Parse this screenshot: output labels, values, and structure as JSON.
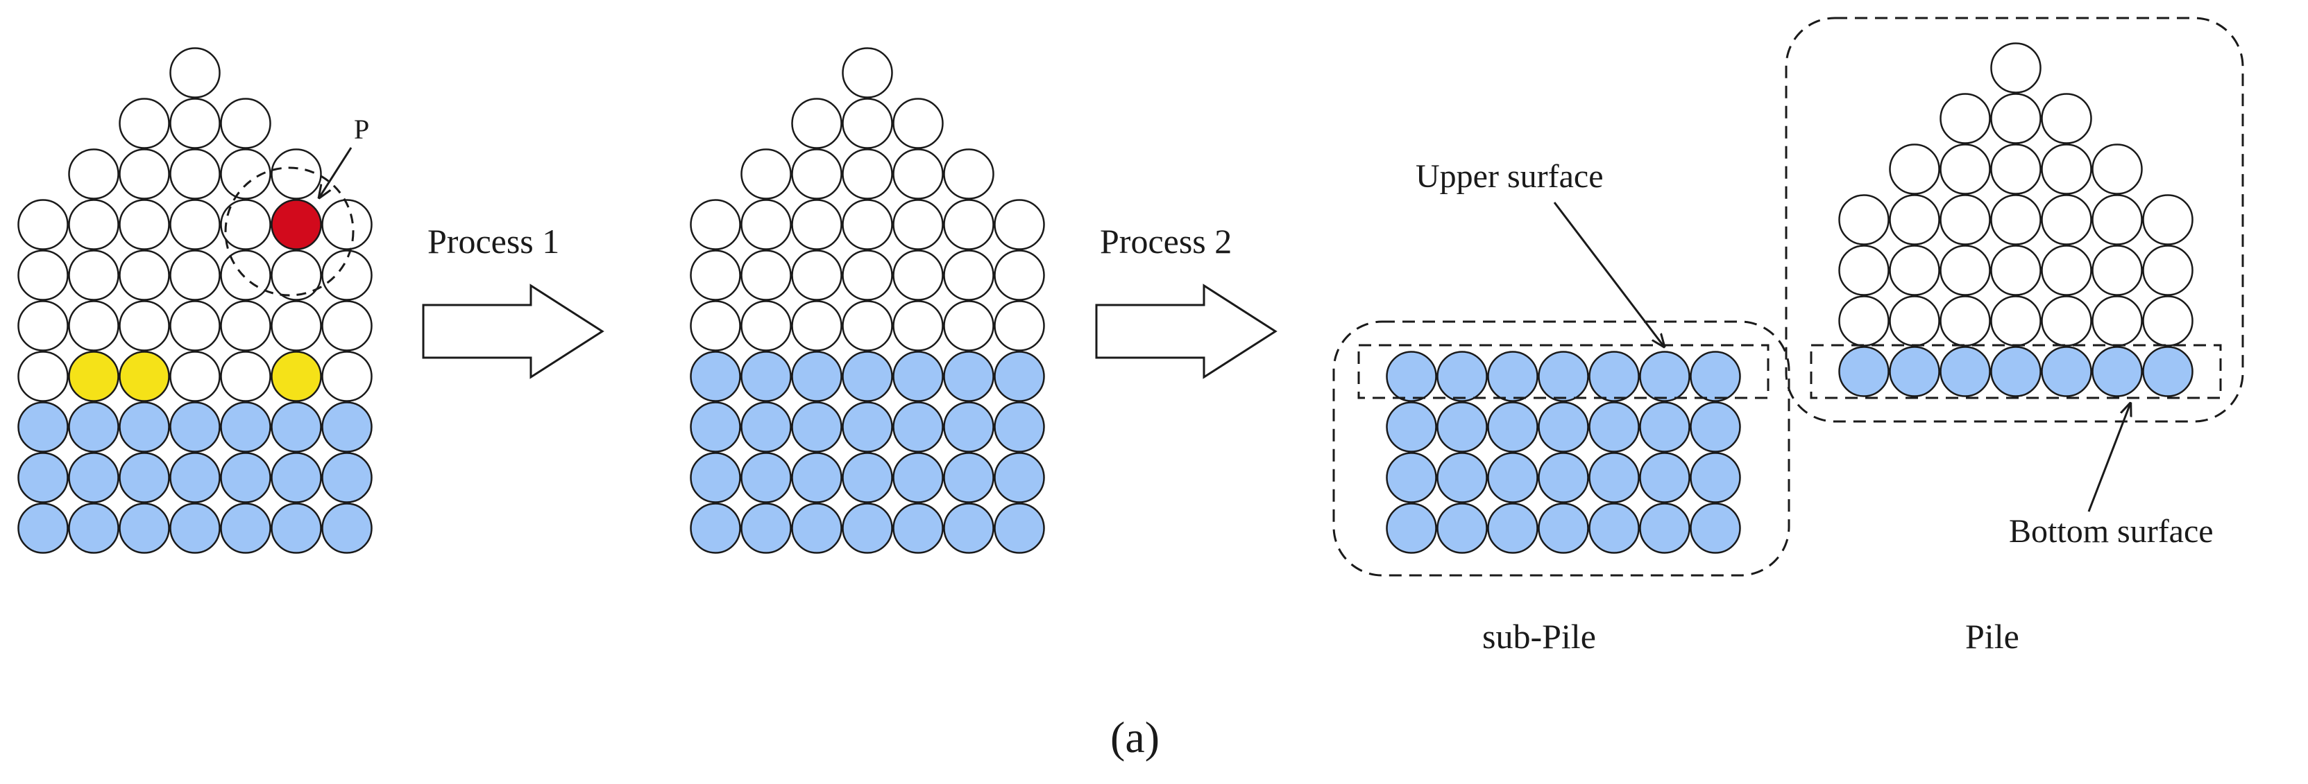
{
  "colors": {
    "empty": "#ffffff",
    "settled": "#9ec5f7",
    "marked": "#f5e218",
    "active": "#d20a1c",
    "outline": "#1a1a1a"
  },
  "labels": {
    "p": "P",
    "process1": "Process 1",
    "process2": "Process 2",
    "upper_surface": "Upper surface",
    "bottom_surface": "Bottom surface",
    "sub_pile": "sub-Pile",
    "pile": "Pile",
    "caption": "(a)"
  },
  "stage1": {
    "row_counts": [
      1,
      3,
      5,
      7,
      7,
      7,
      7,
      7,
      7,
      7
    ],
    "row_kinds": [
      "empty",
      "empty",
      "empty",
      "empty",
      "empty",
      "empty",
      "empty",
      "settled",
      "settled",
      "settled"
    ],
    "marked": [
      [
        6,
        1
      ],
      [
        6,
        2
      ],
      [
        6,
        5
      ]
    ],
    "active": [
      [
        3,
        5
      ]
    ]
  },
  "stage2": {
    "row_counts": [
      1,
      3,
      5,
      7,
      7,
      7,
      7,
      7,
      7,
      7
    ],
    "row_kinds": [
      "empty",
      "empty",
      "empty",
      "empty",
      "empty",
      "empty",
      "settled",
      "settled",
      "settled",
      "settled"
    ]
  },
  "sub_pile": {
    "row_counts": [
      7,
      7,
      7,
      7
    ],
    "row_kinds": [
      "settled",
      "settled",
      "settled",
      "settled"
    ]
  },
  "pile": {
    "row_counts": [
      1,
      3,
      5,
      7,
      7,
      7,
      7
    ],
    "row_kinds": [
      "empty",
      "empty",
      "empty",
      "empty",
      "empty",
      "empty",
      "settled"
    ]
  }
}
